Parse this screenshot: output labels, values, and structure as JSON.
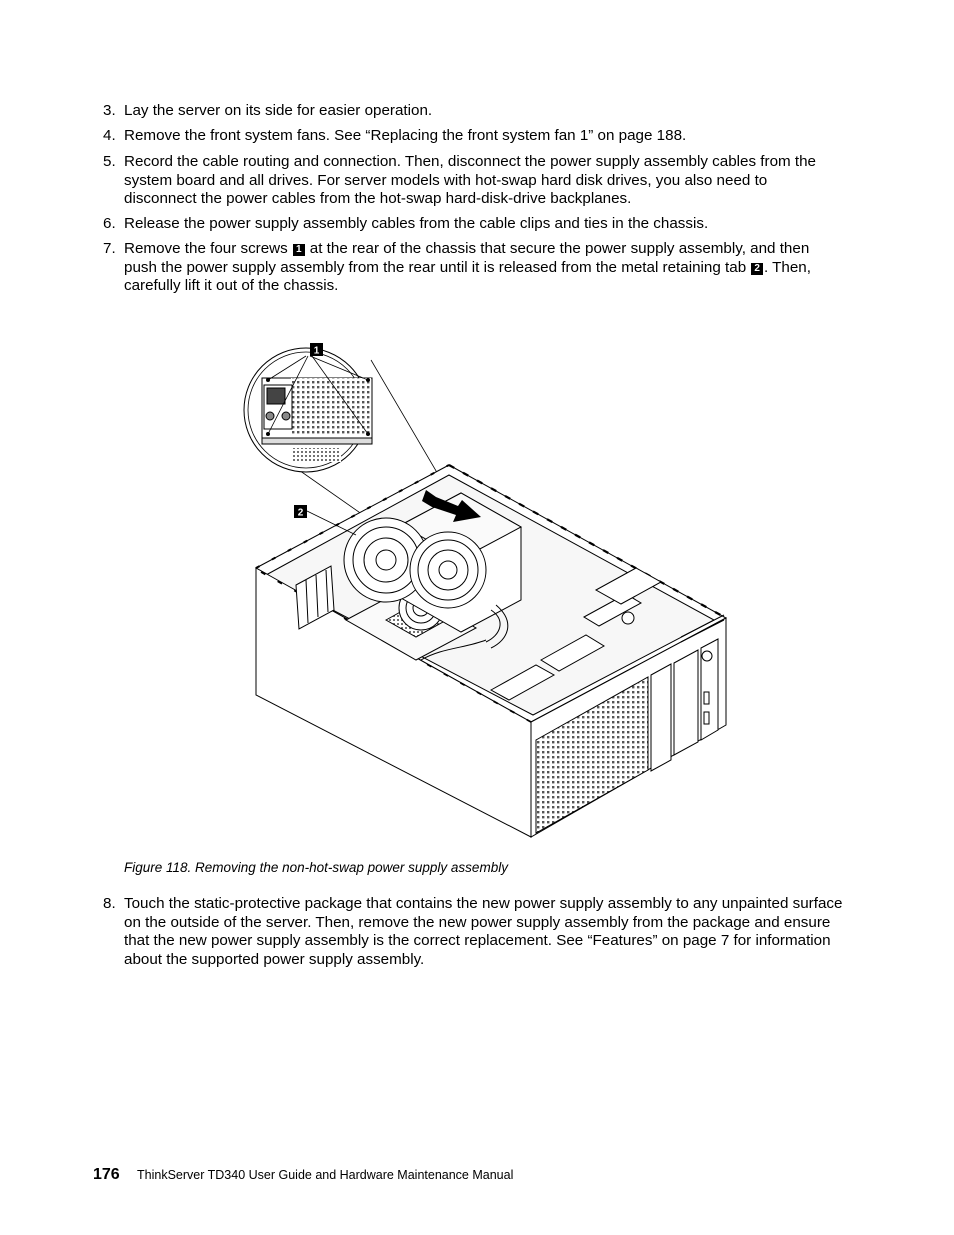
{
  "steps": [
    {
      "num": "3.",
      "text": "Lay the server on its side for easier operation."
    },
    {
      "num": "4.",
      "text": "Remove the front system fans. See “Replacing the front system fan 1” on page 188."
    },
    {
      "num": "5.",
      "text": "Record the cable routing and connection. Then, disconnect the power supply assembly cables from the system board and all drives. For server models with hot-swap hard disk drives, you also need to disconnect the power cables from the hot-swap hard-disk-drive backplanes."
    },
    {
      "num": "6.",
      "text": "Release the power supply assembly cables from the cable clips and ties in the chassis."
    },
    {
      "num": "7.",
      "text_a": "Remove the four screws",
      "callout_a": "1",
      "text_b": "at the rear of the chassis that secure the power supply assembly, and then push the power supply assembly from the rear until it is released from the metal retaining tab",
      "callout_b": "2",
      "text_c": ". Then, carefully lift it out of the chassis."
    },
    {
      "num": "8.",
      "text": "Touch the static-protective package that contains the new power supply assembly to any unpainted surface on the outside of the server. Then, remove the new power supply assembly from the package and ensure that the new power supply assembly is the correct replacement. See “Features” on page 7 for information about the supported power supply assembly."
    }
  ],
  "figure": {
    "callouts": [
      "1",
      "2"
    ],
    "caption": "Figure 118. Removing the non-hot-swap power supply assembly"
  },
  "footer": {
    "page_number": "176",
    "title": "ThinkServer TD340 User Guide and Hardware Maintenance Manual"
  }
}
